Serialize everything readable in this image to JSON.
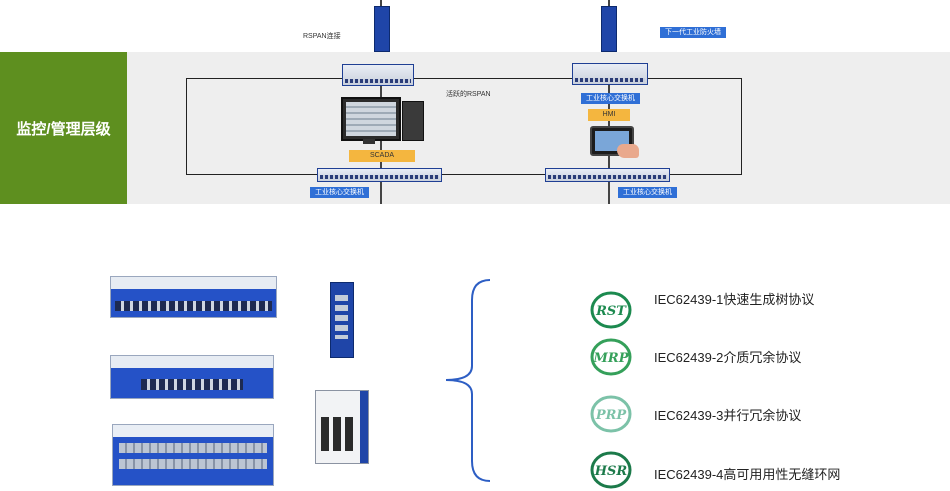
{
  "band": {
    "label": "监控/管理层级"
  },
  "top_tags": {
    "rspan_link": "RSPAN连接",
    "firewall": "下一代工业防火墙"
  },
  "labels": {
    "active_rspan": "活跃的RSPAN",
    "scada": "SCADA",
    "hmi": "HMI",
    "core_switch_right_top": "工业核心交换机",
    "core_switch_left_bottom": "工业核心交换机",
    "core_switch_right_bottom": "工业核心交换机"
  },
  "protocols": [
    {
      "icon": "RSTP",
      "label": "IEC62439-1快速生成树协议"
    },
    {
      "icon": "MRP",
      "label": "IEC62439-2介质冗余协议"
    },
    {
      "icon": "PRP",
      "label": "IEC62439-3并行冗余协议"
    },
    {
      "icon": "HSR",
      "label": "IEC62439-4高可用用性无缝环网"
    }
  ],
  "colors": {
    "band_green": "#5e8f1f",
    "tag_blue": "#2f6fd6",
    "tag_orange": "#f4b63f",
    "device_blue": "#1f45a8",
    "logo_green": "#1c8a4f"
  }
}
